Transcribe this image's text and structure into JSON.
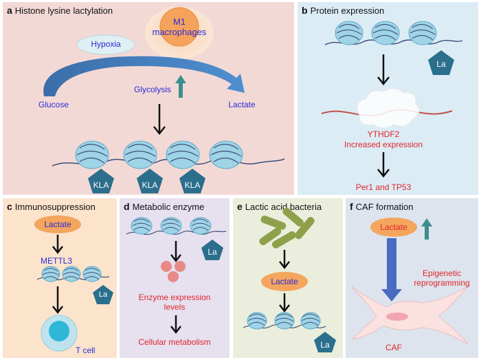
{
  "panel_a": {
    "letter": "a",
    "title": "Histone lysine lactylation",
    "m1_line1": "M1",
    "m1_line2": "macrophages",
    "hypoxia": "Hypoxia",
    "glucose": "Glucose",
    "glycolysis": "Glycolysis",
    "lactate": "Lactate",
    "kla": [
      "KLA",
      "KLA",
      "KLA"
    ]
  },
  "panel_b": {
    "letter": "b",
    "title": "Protein expression",
    "la": "La",
    "ythdf2": "YTHDF2",
    "increased": "Increased expression",
    "targets": "Per1 and TP53"
  },
  "panel_c": {
    "letter": "c",
    "title": "Immunosuppression",
    "lactate": "Lactate",
    "mettl3": "METTL3",
    "la": "La",
    "tcell": "T cell"
  },
  "panel_d": {
    "letter": "d",
    "title": "Metabolic enzyme",
    "la": "La",
    "enzyme_line1": "Enzyme expression",
    "enzyme_line2": "levels",
    "metabolism": "Cellular metabolism"
  },
  "panel_e": {
    "letter": "e",
    "title": "Lactic acid bacteria",
    "lactate": "Lactate",
    "la": "La"
  },
  "panel_f": {
    "letter": "f",
    "title": "CAF formation",
    "lactate": "Lactate",
    "epi_line1": "Epigenetic",
    "epi_line2": "reprogramming",
    "caf": "CAF"
  },
  "colors": {
    "panel_a_bg": "#f3d9d6",
    "panel_b_bg": "#dcecf5",
    "panel_c_bg": "#fbe3cc",
    "panel_d_bg": "#e6e0ef",
    "panel_e_bg": "#ebeedd",
    "panel_f_bg": "#dde4ee",
    "nucleosome": "#9fd3e6",
    "dna_line": "#3a4f7a",
    "pentagon": "#2b6f8c",
    "blue_text": "#2b2bd6",
    "red_text": "#e0242a"
  }
}
